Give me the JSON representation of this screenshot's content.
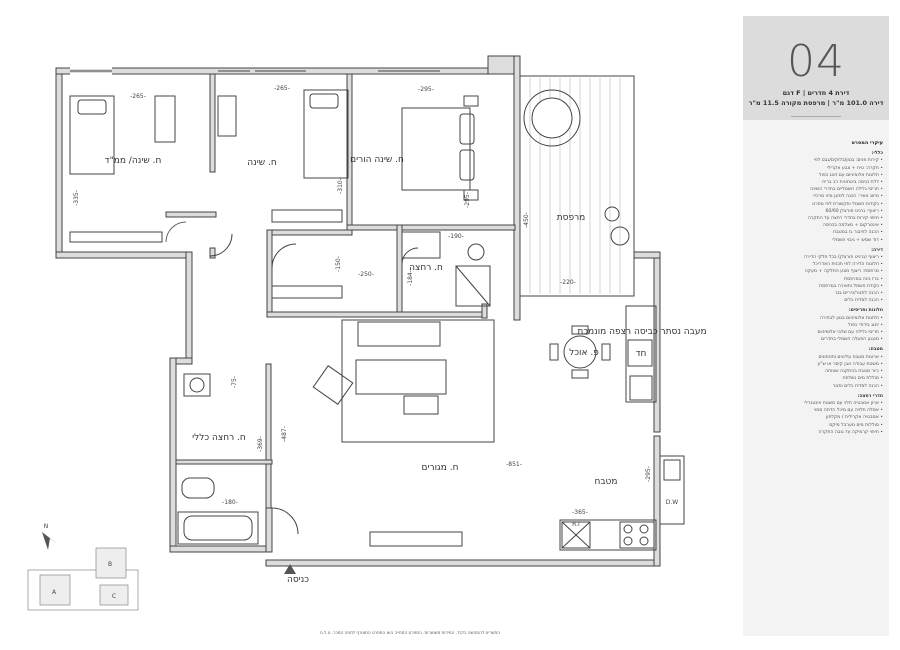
{
  "unit": {
    "number": "04",
    "type_line": "דגם F | דירת 4 חדרים",
    "area_line": "דירה 101.0 מ\"ר | מרפסת מקורה 11.5 מ\"ר"
  },
  "rooms": {
    "bedroom_mamad": "ח. שינה/ ממ\"ד",
    "bedroom": "ח. שינה",
    "master_bedroom": "ח. שינה הורים",
    "master_bath": "ח. רחצה",
    "balcony": "מרפסת",
    "living": "ח. מגורים",
    "dining": "פ. אוכל",
    "kitchen": "מטבח",
    "general_bath": "ח. רחצה כללי",
    "laundry": "מעבה נסתר כביסה רצפה מונמכת",
    "entrance": "כניסה",
    "laundry_box": "חד"
  },
  "dims": {
    "d265a": "-265-",
    "d265b": "-265-",
    "d295a": "-295-",
    "d335": "-335-",
    "d310": "-310-",
    "d295b": "-295-",
    "d190": "-190-",
    "d450": "-450-",
    "d220": "-220-",
    "d250": "-250-",
    "d150": "-150-",
    "d184": "-184-",
    "d75": "-75-",
    "d369": "-369-",
    "d487": "-487-",
    "d851": "-851-",
    "d180": "-180-",
    "d365": "-365-",
    "d295c": "-295-",
    "dw": "D.W",
    "ri": "R.I"
  },
  "specs_title": "עיקרי המפרט",
  "specs": [
    {
      "h": "כללי:",
      "lines": [
        "• קירות פנים: בטון/בלוקים/גבס לפי",
        "• תקרה: טיח + צבע אקרילי",
        "• חלונות אלומיניום עם זיגוג כפול",
        "• דלת כניסה ביטחונית רב בריח",
        "• תריסי גלילה חשמליים בחדרי השינה",
        "• מיזוג אוויר: הכנה למזגן מיני מרכזי",
        "• נקודות חשמל ותקשורת לפי מפרט",
        "• ריצוף: גרניט פורצלן 60/60",
        "• חיפוי קירות בחדרי רחצה עד התקרה",
        "• אינטרקום + מצלמה בכניסה",
        "• הכנה לחיבור גז במטבח",
        "• דוד שמש + גיבוי חשמלי"
      ]
    },
    {
      "h": "דירה:",
      "lines": [
        "• ריצוף (גרניט פורצלן) בכל חלקי הדירה",
        "• חלונות הדירה לפי תכנית האדריכל",
        "• מרפסת: ריצוף מונע החלקה + מעקה",
        "• ברז גינה במרפסת",
        "• נקודת חשמל ותאורה במרפסת",
        "• הכנה לתנור/כיריים בגז",
        "• הכנה למדיח כלים"
      ]
    },
    {
      "h": "חלונות ותריסים:",
      "lines": [
        "• חלונות אלומיניום בגוון לבחירה",
        "• זיגוג בידודי כפול",
        "• תריסי גלילה עם שלבי אלומיניום",
        "• מנגנון הפעלה חשמלי בחדרים"
      ]
    },
    {
      "h": "מטבח:",
      "lines": [
        "• ארונות מטבח עליונים ותחתונים",
        "• משטח עבודה אבן קיסר או ש\"ע",
        "• כיור מטבח בהתקנה שטוחה",
        "• סוללת מים נשלפת",
        "• הכנה למדיח כלים ותנור"
      ]
    },
    {
      "h": "חדרי רחצה:",
      "lines": [
        "• ארון אמבטיה תלוי עם משטח אינטגרלי",
        "• אסלה תלויה עם מיכל הדחה סמוי",
        "• אמבטיה אקרילית / מקלחון",
        "• סוללות מים מערבל מיקס",
        "• חיפוי קרמיקה עד גובה התקרה"
      ]
    }
  ],
  "footnote": "התשריט להמחשה בלבד. המידות משוערות. המפרט המחייב הוא המפרט המצורף לחוזה המכר. ט.ל.ח",
  "north": "N",
  "keyplan": {
    "a": "A",
    "b": "B",
    "c": "C"
  }
}
